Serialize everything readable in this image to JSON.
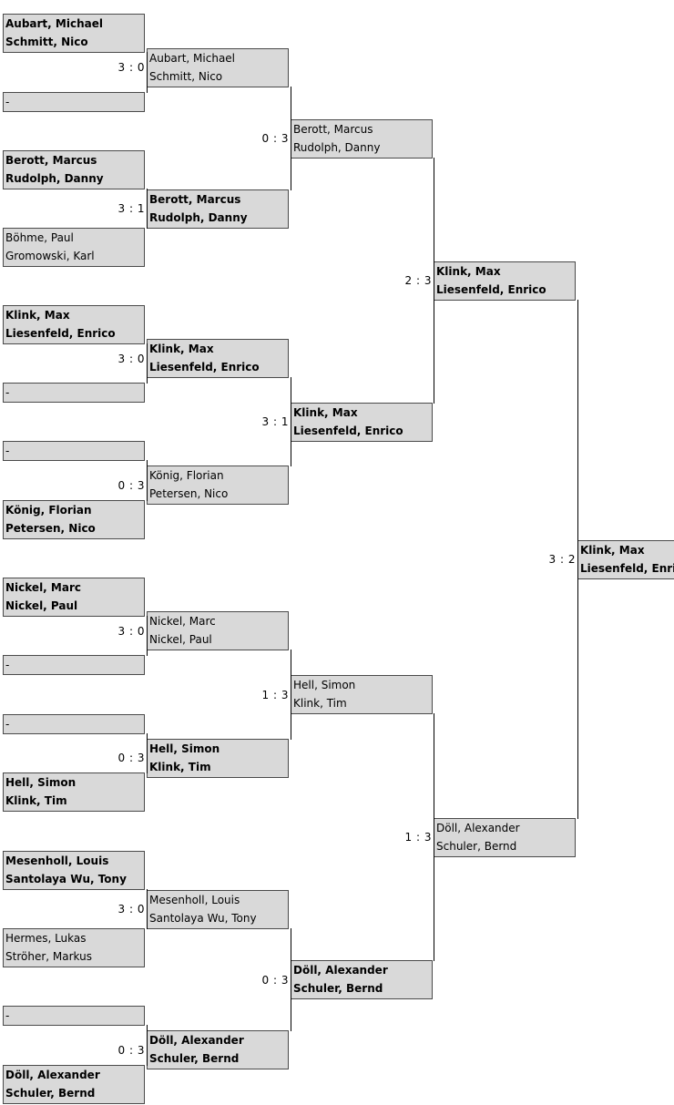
{
  "rounds": [
    [
      {
        "lines": [
          "Aubart, Michael",
          "Schmitt, Nico"
        ],
        "winner": true
      },
      {
        "lines": [
          "-"
        ],
        "winner": false
      },
      {
        "lines": [
          "Berott, Marcus",
          "Rudolph, Danny"
        ],
        "winner": true
      },
      {
        "lines": [
          "Böhme, Paul",
          "Gromowski, Karl"
        ],
        "winner": false
      },
      {
        "lines": [
          "Klink, Max",
          "Liesenfeld, Enrico"
        ],
        "winner": true
      },
      {
        "lines": [
          "-"
        ],
        "winner": false
      },
      {
        "lines": [
          "-"
        ],
        "winner": false
      },
      {
        "lines": [
          "König, Florian",
          "Petersen, Nico"
        ],
        "winner": true
      },
      {
        "lines": [
          "Nickel, Marc",
          "Nickel, Paul"
        ],
        "winner": true
      },
      {
        "lines": [
          "-"
        ],
        "winner": false
      },
      {
        "lines": [
          "-"
        ],
        "winner": false
      },
      {
        "lines": [
          "Hell, Simon",
          "Klink, Tim"
        ],
        "winner": true
      },
      {
        "lines": [
          "Mesenholl, Louis",
          "Santolaya Wu, Tony"
        ],
        "winner": true
      },
      {
        "lines": [
          "Hermes, Lukas",
          "Ströher, Markus"
        ],
        "winner": false
      },
      {
        "lines": [
          "-"
        ],
        "winner": false
      },
      {
        "lines": [
          "Döll, Alexander",
          "Schuler, Bernd"
        ],
        "winner": true
      }
    ],
    [
      {
        "lines": [
          "Aubart, Michael",
          "Schmitt, Nico"
        ],
        "winner": false
      },
      {
        "lines": [
          "Berott, Marcus",
          "Rudolph, Danny"
        ],
        "winner": true
      },
      {
        "lines": [
          "Klink, Max",
          "Liesenfeld, Enrico"
        ],
        "winner": true
      },
      {
        "lines": [
          "König, Florian",
          "Petersen, Nico"
        ],
        "winner": false
      },
      {
        "lines": [
          "Nickel, Marc",
          "Nickel, Paul"
        ],
        "winner": false
      },
      {
        "lines": [
          "Hell, Simon",
          "Klink, Tim"
        ],
        "winner": true
      },
      {
        "lines": [
          "Mesenholl, Louis",
          "Santolaya Wu, Tony"
        ],
        "winner": false
      },
      {
        "lines": [
          "Döll, Alexander",
          "Schuler, Bernd"
        ],
        "winner": true
      }
    ],
    [
      {
        "lines": [
          "Berott, Marcus",
          "Rudolph, Danny"
        ],
        "winner": false
      },
      {
        "lines": [
          "Klink, Max",
          "Liesenfeld, Enrico"
        ],
        "winner": true
      },
      {
        "lines": [
          "Hell, Simon",
          "Klink, Tim"
        ],
        "winner": false
      },
      {
        "lines": [
          "Döll, Alexander",
          "Schuler, Bernd"
        ],
        "winner": true
      }
    ],
    [
      {
        "lines": [
          "Klink, Max",
          "Liesenfeld, Enrico"
        ],
        "winner": true
      },
      {
        "lines": [
          "Döll, Alexander",
          "Schuler, Bernd"
        ],
        "winner": false
      }
    ],
    [
      {
        "lines": [
          "Klink, Max",
          "Liesenfeld, Enrico"
        ],
        "winner": true
      }
    ]
  ],
  "scores": [
    [
      "3 : 0",
      "3 : 1",
      "3 : 0",
      "0 : 3",
      "3 : 0",
      "0 : 3",
      "3 : 0",
      "0 : 3"
    ],
    [
      "0 : 3",
      "3 : 1",
      "1 : 3",
      "0 : 3"
    ],
    [
      "2 : 3",
      "1 : 3"
    ],
    [
      "3 : 2"
    ]
  ]
}
